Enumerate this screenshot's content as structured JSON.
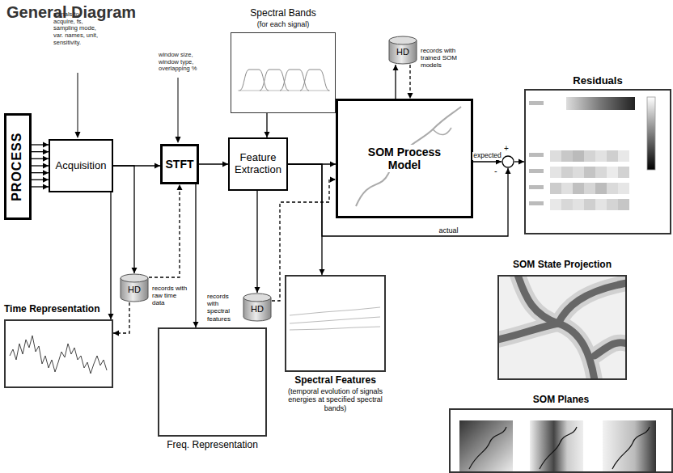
{
  "diagram": {
    "title": "General Diagram",
    "nodes": [
      {
        "text": [
          "PROCESS"
        ]
      },
      {
        "text": [
          "Acquisition"
        ]
      },
      {
        "text": [
          "STFT"
        ]
      },
      {
        "text": [
          "Feature Extraction"
        ]
      },
      {
        "text": [
          "Spectral Bands",
          "(for each signal)"
        ]
      },
      {
        "text": [
          "SOM Process Model"
        ]
      },
      {
        "text": [
          "HD",
          "records with trained SOM models"
        ]
      },
      {
        "text": [
          "HD",
          "records with raw time data"
        ]
      },
      {
        "text": [
          "HD",
          "records with spectral features"
        ]
      },
      {
        "text": [
          "+",
          "-"
        ]
      },
      {
        "text": [
          "Residuals"
        ]
      },
      {
        "text": [
          "Time Representation"
        ]
      },
      {
        "text": [
          "Freq. Representation"
        ]
      },
      {
        "text": [
          "Spectral Features",
          "(temporal evolution of signals energies at specified spectral bands)"
        ]
      },
      {
        "text": [
          "SOM State Projection"
        ]
      },
      {
        "text": [
          "SOM Planes"
        ]
      }
    ],
    "edges": [
      {
        "from": 0,
        "to": 1,
        "arrow": "to"
      },
      {
        "from": 1,
        "to": 2,
        "arrow": "to"
      },
      {
        "from": 1,
        "to": 7,
        "arrow": "to"
      },
      {
        "from": 1,
        "to": 11,
        "arrow": "to"
      },
      {
        "from": 7,
        "to": 2,
        "arrow": "to"
      },
      {
        "from": 7,
        "to": 11,
        "arrow": "to"
      },
      {
        "from": 2,
        "to": 3,
        "arrow": "to"
      },
      {
        "from": 2,
        "to": 12,
        "arrow": "to"
      },
      {
        "from": 4,
        "to": 3,
        "arrow": "to"
      },
      {
        "from": 3,
        "to": 5,
        "arrow": "to"
      },
      {
        "from": 3,
        "to": 8,
        "arrow": "to"
      },
      {
        "from": 8,
        "to": 5,
        "arrow": "to"
      },
      {
        "from": 3,
        "to": 13,
        "arrow": "to"
      },
      {
        "from": 3,
        "to": 9,
        "label": "actual",
        "arrow": "to"
      },
      {
        "from": 5,
        "to": 9,
        "label": "expected",
        "arrow": "to"
      },
      {
        "from": 9,
        "to": 10,
        "arrow": "to"
      },
      {
        "from": 5,
        "to": 6,
        "arrow": "to"
      },
      {
        "from": 6,
        "to": 5,
        "arrow": "to"
      }
    ],
    "labels": [
      "signals to acquire, fs, sampling mode, var. names, unit, sensitivity.",
      "window size, window type, overlapping %"
    ]
  }
}
